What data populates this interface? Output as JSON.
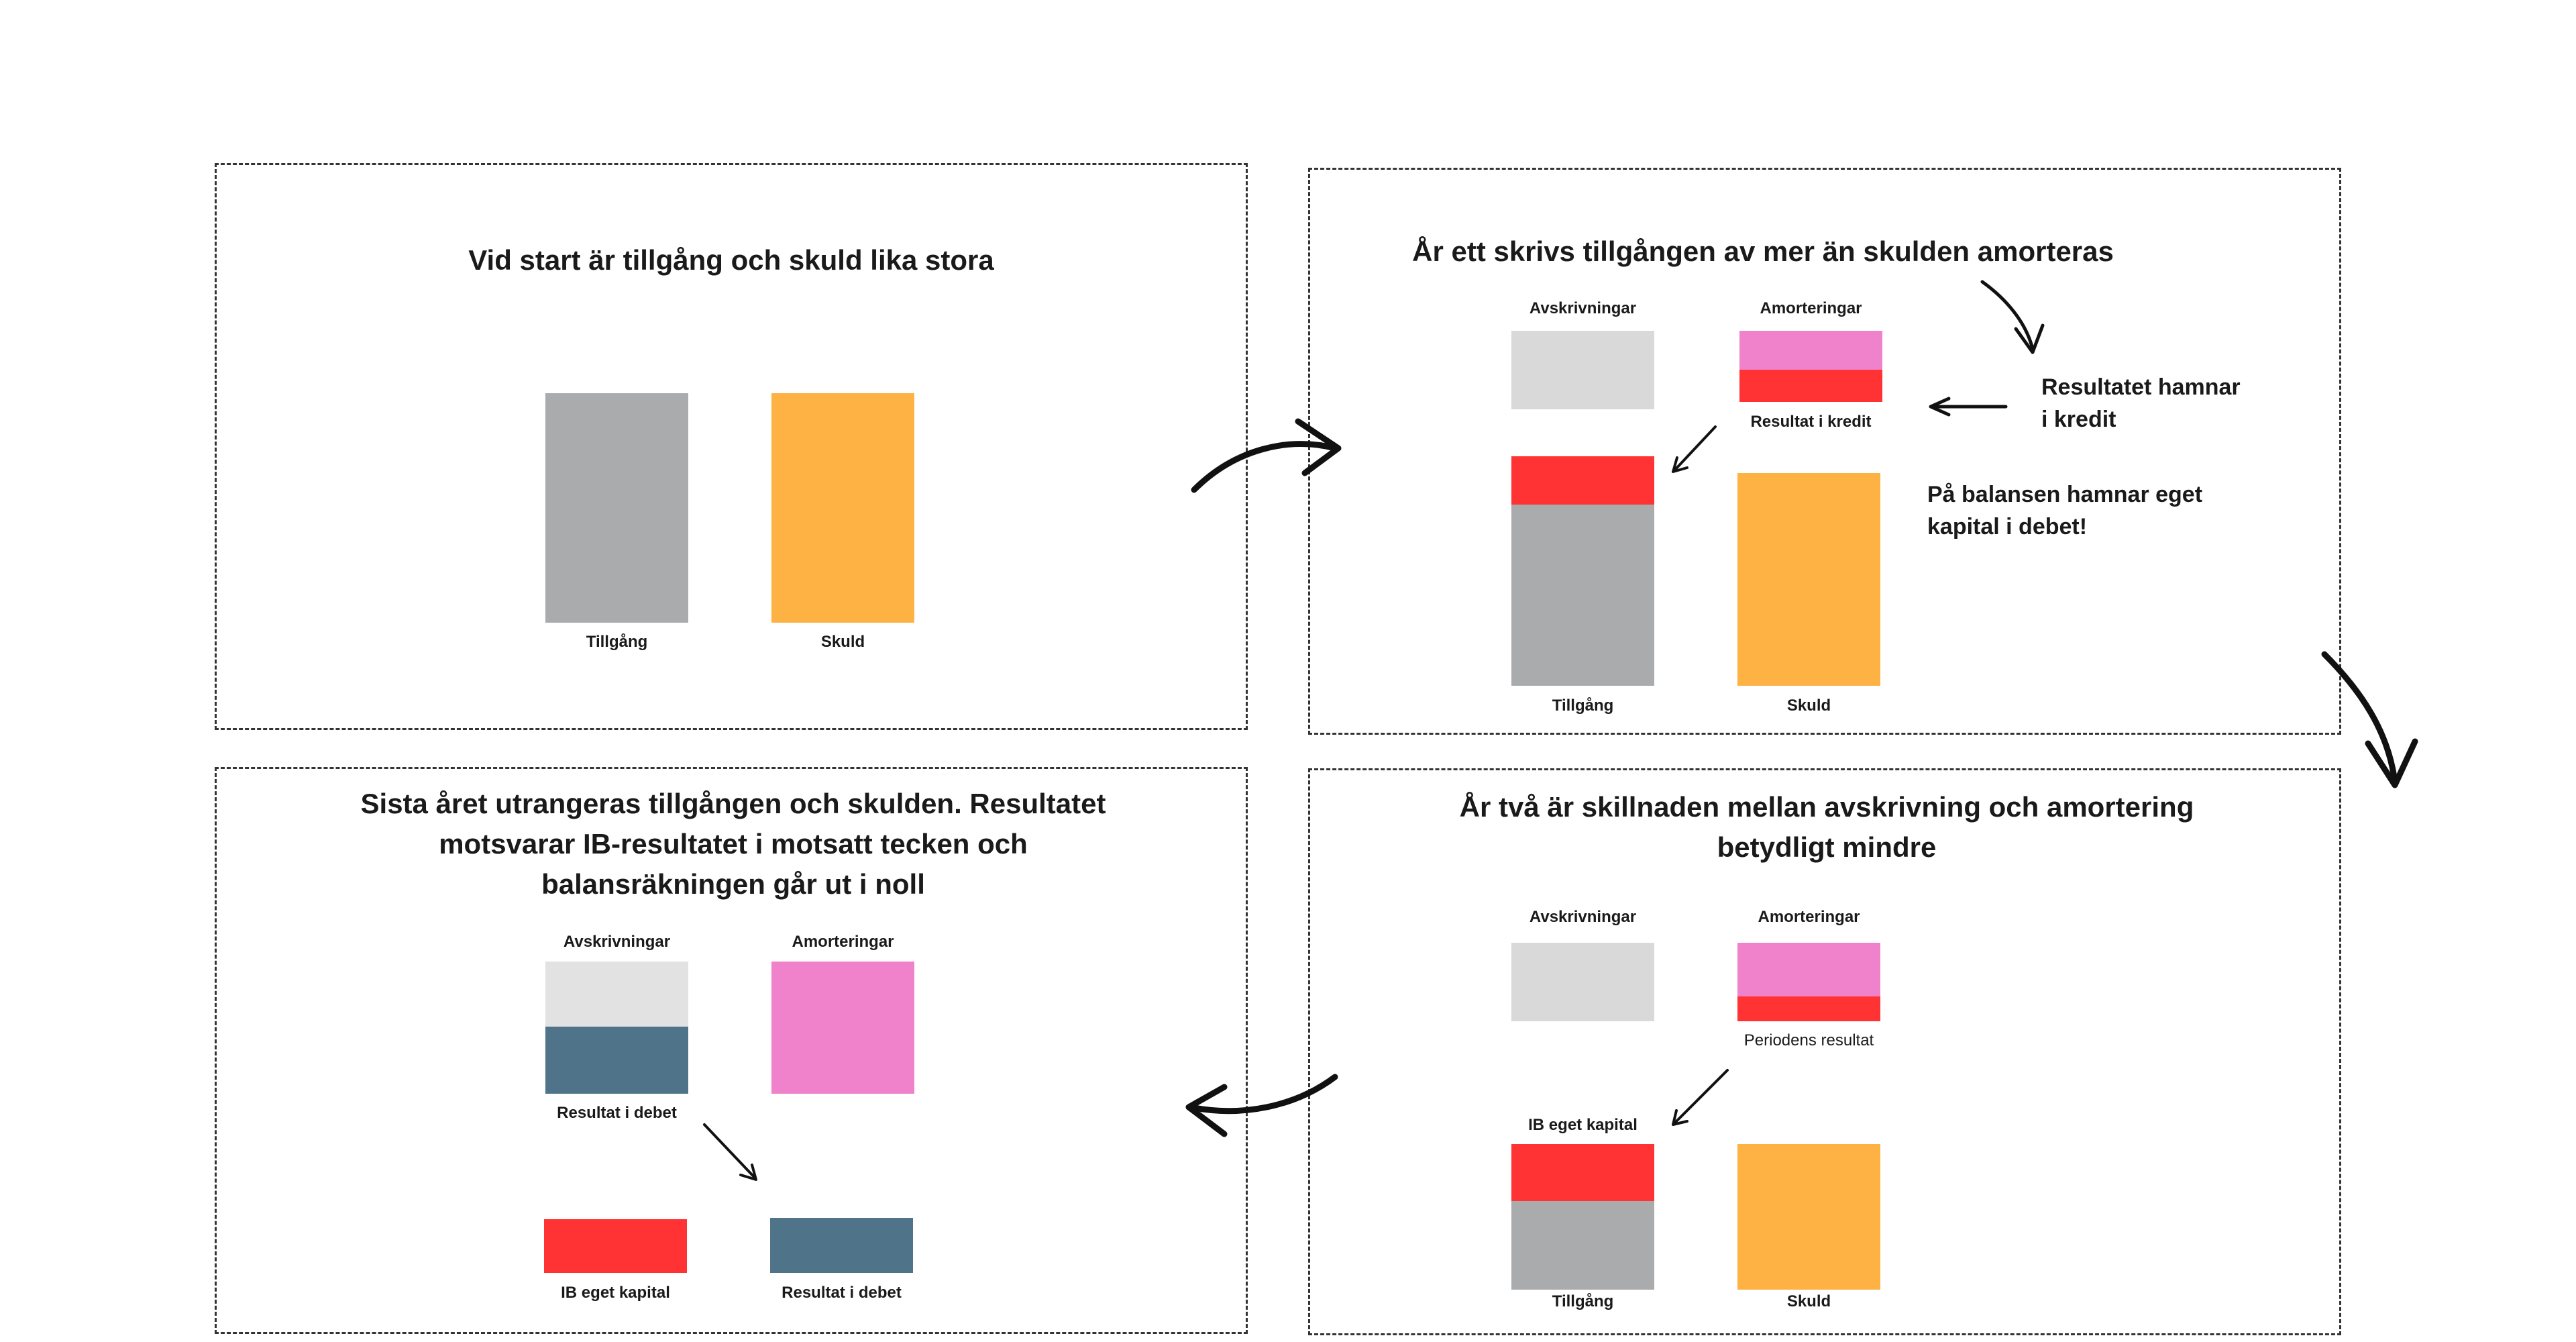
{
  "colors": {
    "asset": "#aaabad",
    "debt": "#feb244",
    "result_red": "#ff3333",
    "depreciation": "#d9d9d9",
    "amortization": "#f081cb",
    "equity_blue": "#4f748a",
    "light_gray": "#e2e2e2"
  },
  "panel1": {
    "title": "Vid start är tillgång och skuld lika stora",
    "asset_label": "Tillgång",
    "debt_label": "Skuld"
  },
  "panel2": {
    "title": "År ett skrivs tillgången av mer än skulden amorteras",
    "depreciation_label": "Avskrivningar",
    "amortization_label": "Amorteringar",
    "result_credit_label": "Resultat i kredit",
    "note_result": [
      "Resultatet hamnar",
      "i kredit"
    ],
    "note_balance": [
      "På balansen hamnar eget",
      "kapital i debet!"
    ],
    "asset_label": "Tillgång",
    "debt_label": "Skuld"
  },
  "panel3": {
    "title": [
      "År två är skillnaden mellan avskrivning och amortering",
      "betydligt mindre"
    ],
    "depreciation_label": "Avskrivningar",
    "amortization_label": "Amorteringar",
    "period_result_label": "Periodens resultat",
    "ib_equity_label": "IB eget kapital",
    "asset_label": "Tillgång",
    "debt_label": "Skuld"
  },
  "panel4": {
    "title": [
      "Sista året utrangeras tillgången och skulden. Resultatet",
      "motsvarar IB-resultatet i motsatt tecken och",
      "balansräkningen går ut i noll"
    ],
    "depreciation_label": "Avskrivningar",
    "amortization_label": "Amorteringar",
    "result_debit_label": "Resultat i debet",
    "ib_equity_label": "IB eget kapital",
    "result_debit_label_2": "Resultat i debet"
  }
}
